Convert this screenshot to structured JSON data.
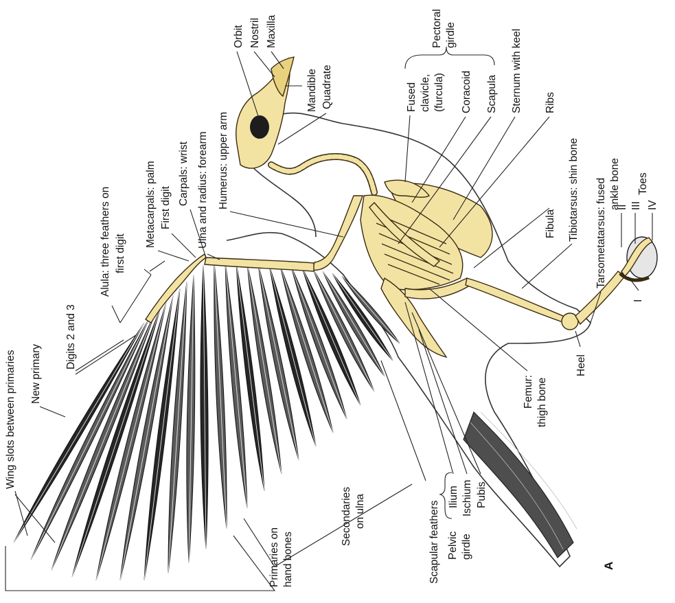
{
  "figure": {
    "panel_letter": "A",
    "colors": {
      "bone": "#f3e3a3",
      "bone_edge": "#3a2a10",
      "feather": "#5a5a5a",
      "feather_dark": "#262626",
      "body_outline": "#333333",
      "leader": "#222222"
    }
  },
  "labels": {
    "wing_slots": "Wing slots between primaries",
    "new_primary": "New primary",
    "digits_2_3": "Digits 2 and 3",
    "alula_1": "Alula: three feathers on",
    "alula_2": "first digit",
    "metacarpals": "Metacarpals: palm",
    "first_digit": "First digit",
    "carpals": "Carpals: wrist",
    "ulna_radius": "Ulna and radius: forearm",
    "humerus": "Humerus: upper arm",
    "orbit": "Orbit",
    "nostril": "Nostril",
    "maxilla": "Maxilla",
    "mandible": "Mandible",
    "quadrate": "Quadrate",
    "pectoral_girdle_1": "Pectoral",
    "pectoral_girdle_2": "girdle",
    "fused_clavicle_1": "Fused",
    "fused_clavicle_2": "clavicle,",
    "fused_clavicle_3": "(furcula)",
    "coracoid": "Coracoid",
    "scapula": "Scapula",
    "sternum": "Sternum with keel",
    "ribs": "Ribs",
    "fibula": "Fibula",
    "tibiotarsus": "Tibiotarsus: shin bone",
    "tarsometatarsus_1": "Tarsometatarsus: fused",
    "tarsometatarsus_2": "ankle bone",
    "toe_II": "II",
    "toe_III": "III",
    "toe_IV": "IV",
    "toe_I": "I",
    "toes": "Toes",
    "heel": "Heel",
    "femur_1": "Femur:",
    "femur_2": "thigh bone",
    "pubis": "Pubis",
    "ilium": "Ilium",
    "ischium": "Ischium",
    "pelvic_girdle_1": "Pelvic",
    "pelvic_girdle_2": "girdle",
    "scapular_feathers": "Scapular feathers",
    "secondaries_1": "Secondaries",
    "secondaries_2": "on ulna",
    "primaries_1": "Primaries on",
    "primaries_2": "hand bones"
  }
}
